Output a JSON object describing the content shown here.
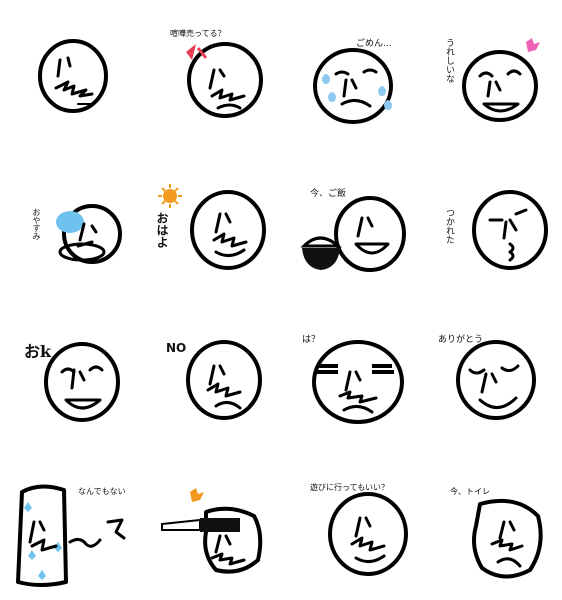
{
  "stickers": [
    {
      "id": "s1",
      "label": ""
    },
    {
      "id": "s2",
      "label": "喧嘩売ってる？"
    },
    {
      "id": "s3",
      "label": "ごめん..."
    },
    {
      "id": "s4",
      "label": "うれしいな"
    },
    {
      "id": "s5",
      "label": "おやすみ"
    },
    {
      "id": "s6",
      "label": "おはよ"
    },
    {
      "id": "s7",
      "label": "今、ご飯"
    },
    {
      "id": "s8",
      "label": "つかれた"
    },
    {
      "id": "s9",
      "label": "おk"
    },
    {
      "id": "s10",
      "label": "NO"
    },
    {
      "id": "s11",
      "label": "は？"
    },
    {
      "id": "s12",
      "label": "ありがとう"
    },
    {
      "id": "s13",
      "label": "なんでもない"
    },
    {
      "id": "s14",
      "label": ""
    },
    {
      "id": "s15",
      "label": "遊びに行ってもいい？"
    },
    {
      "id": "s16",
      "label": "今、トイレ"
    }
  ],
  "colors": {
    "ink": "#000000",
    "tears": "#8ec9f0",
    "anger": "#e83a50",
    "heart": "#f062b8",
    "sun": "#f39a1e",
    "blue": "#6fc1ee"
  },
  "icons": [
    "anger-mark-icon",
    "teardrop-icon",
    "heart-icon",
    "sun-icon",
    "rice-bowl-icon",
    "sparkle-icon",
    "knife-icon"
  ]
}
